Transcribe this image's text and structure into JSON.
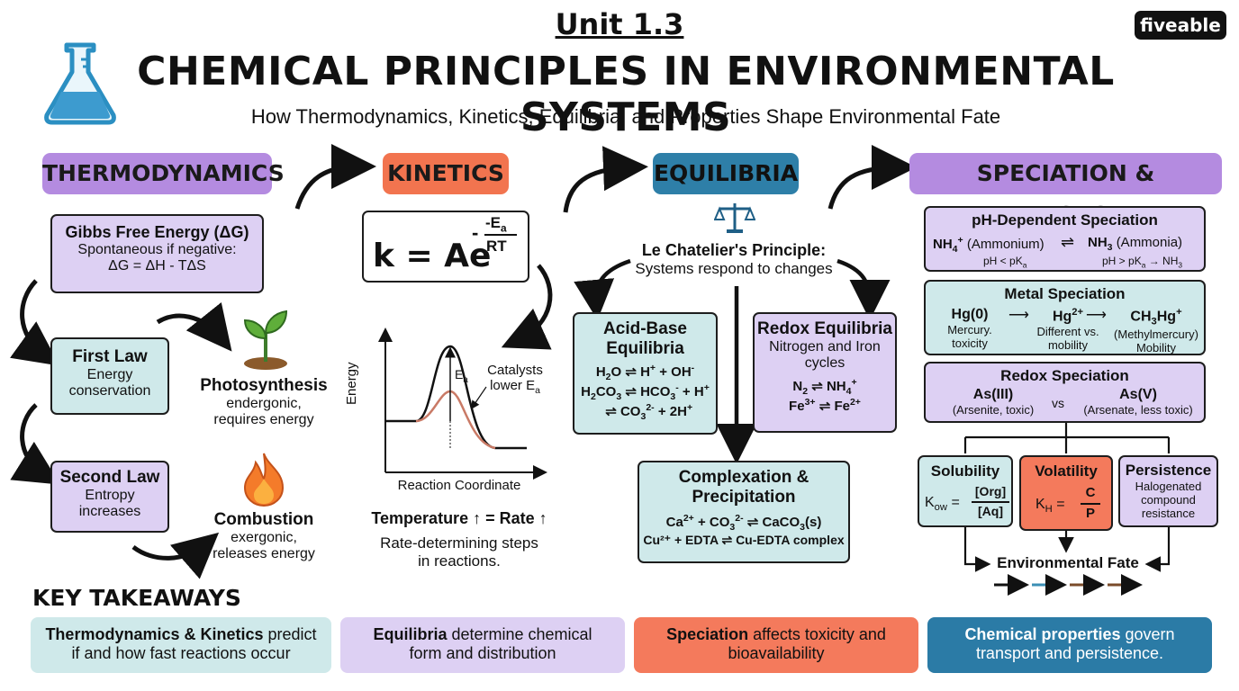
{
  "header": {
    "unit": "Unit 1.3",
    "title": "CHEMICAL PRINCIPLES IN ENVIRONMENTAL SYSTEMS",
    "subtitle": "How Thermodynamics, Kinetics, Equilibria, and Properties Shape Environmental Fate",
    "brand": "fiveable"
  },
  "sections": {
    "thermo": "THERMODYNAMICS",
    "kinetics": "KINETICS",
    "equilibria": "EQUILIBRIA",
    "speciation": "SPECIATION & TRANSPORT"
  },
  "thermo": {
    "gibbs_title": "Gibbs Free Energy (ΔG)",
    "gibbs_line1": "Spontaneous if negative:",
    "gibbs_eq": "ΔG = ΔH - TΔS",
    "first_title": "First Law",
    "first_l1": "Energy",
    "first_l2": "conservation",
    "second_title": "Second Law",
    "second_l1": "Entropy",
    "second_l2": "increases",
    "photo_title": "Photosynthesis",
    "photo_l1": "endergonic,",
    "photo_l2": "requires energy",
    "comb_title": "Combustion",
    "comb_l1": "exergonic,",
    "comb_l2": "releases energy"
  },
  "kinetics": {
    "eq_main": "k = Ae",
    "eq_num": "-E",
    "eq_num_sub": "a",
    "eq_den": "RT",
    "eq_minus": "-",
    "y_label": "Energy",
    "x_label": "Reaction Coordinate",
    "ea_label": "E",
    "ea_sub": "a",
    "cat_l1": "Catalysts",
    "cat_l2": "lower E",
    "cat_sub": "a",
    "temp_line": "Temperature ↑ = Rate ↑",
    "rate_l1": "Rate-determining steps",
    "rate_l2": "in reactions."
  },
  "equilibria": {
    "lechatelier_title": "Le Chatelier's Principle:",
    "lechatelier_sub": "Systems respond to changes",
    "acid_title1": "Acid-Base",
    "acid_title2": "Equilibria",
    "redox_title": "Redox Equilibria",
    "redox_l1": "Nitrogen and Iron",
    "redox_l2": "cycles",
    "complex_title1": "Complexation &",
    "complex_title2": "Precipitation",
    "complex_eq2": "Cu²⁺ + EDTA ⇌ Cu-EDTA complex"
  },
  "speciation": {
    "ph_title": "pH-Dependent Speciation",
    "ph_left_name": "(Ammonium)",
    "ph_right_name": "(Ammonia)",
    "ph_left_cond": "pH < pK",
    "ph_right_cond": "pH > pK",
    "ph_right_tail": "→ NH",
    "ph_sub_a": "a",
    "ph_sub_3": "3",
    "metal_title": "Metal Speciation",
    "hg0": "Hg(0)",
    "hg0_l1": "Mercury.",
    "hg0_l2": "toxicity",
    "hg2_l1": "Different vs.",
    "hg2_l2": "mobility",
    "mehg_l1": "(Methylmercury)",
    "mehg_l2": "Mobility",
    "redox_title": "Redox Speciation",
    "as3": "As(III)",
    "as3_sub": "(Arsenite, toxic)",
    "vs": "vs",
    "as5": "As(V)",
    "as5_sub": "(Arsenate, less toxic)",
    "sol_title": "Solubility",
    "sol_k": "K",
    "sol_k_sub": "ow",
    "sol_num": "[Org]",
    "sol_den": "[Aq]",
    "vol_title": "Volatility",
    "vol_k": "K",
    "vol_k_sub": "H",
    "vol_num": "C",
    "vol_den": "P",
    "eq_sign": "=",
    "pers_title": "Persistence",
    "pers_l1": "Halogenated",
    "pers_l2": "compound",
    "pers_l3": "resistance",
    "fate": "Environmental Fate"
  },
  "takeaways": {
    "heading": "KEY TAKEAWAYS",
    "t1_bold": "Thermodynamics & Kinetics",
    "t1_rest": " predict",
    "t1_l2": "if and how fast reactions occur",
    "t2_bold": "Equilibria",
    "t2_rest": " determine chemical",
    "t2_l2": "form and distribution",
    "t3_bold": "Speciation",
    "t3_rest": " affects toxicity and",
    "t3_l2": "bioavailability",
    "t4_bold": "Chemical properties",
    "t4_rest": " govern",
    "t4_l2": "transport and persistence."
  },
  "colors": {
    "purple": "#ddd0f3",
    "teal": "#cfe9ea",
    "orange": "#f47a5c",
    "blue": "#2b7ba6",
    "header_purple": "#b48be0",
    "header_orange": "#f2744f",
    "header_blue": "#2e7fa8"
  }
}
